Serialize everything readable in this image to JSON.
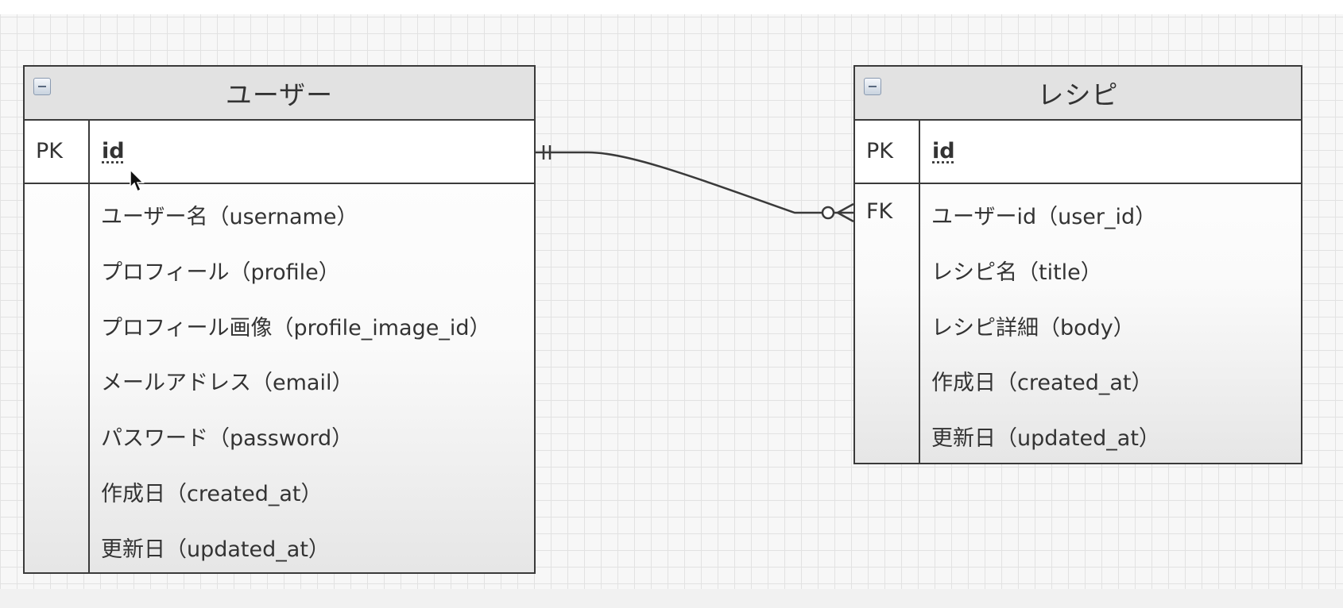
{
  "entities": {
    "user": {
      "title": "ユーザー",
      "pk": {
        "key": "PK",
        "name": "id"
      },
      "attributes": [
        "ユーザー名（username）",
        "プロフィール（profile）",
        "プロフィール画像（profile_image_id）",
        "メールアドレス（email）",
        "パスワード（password）",
        "作成日（created_at）",
        "更新日（updated_at）"
      ]
    },
    "recipe": {
      "title": "レシピ",
      "pk": {
        "key": "PK",
        "name": "id"
      },
      "fk": {
        "key": "FK",
        "name": "ユーザーid（user_id）"
      },
      "attributes": [
        "レシピ名（title）",
        "レシピ詳細（body）",
        "作成日（created_at）",
        "更新日（updated_at）"
      ]
    }
  },
  "relationship": {
    "from": "user.id",
    "to": "recipe.user_id",
    "from_cardinality": "one-and-only-one",
    "to_cardinality": "zero-or-many"
  },
  "icons": [
    "collapse-icon",
    "mouse-cursor-icon"
  ],
  "colors": {
    "border": "#3a3a3a",
    "header": "#e2e2e2",
    "grid": "#e2e2e2"
  }
}
